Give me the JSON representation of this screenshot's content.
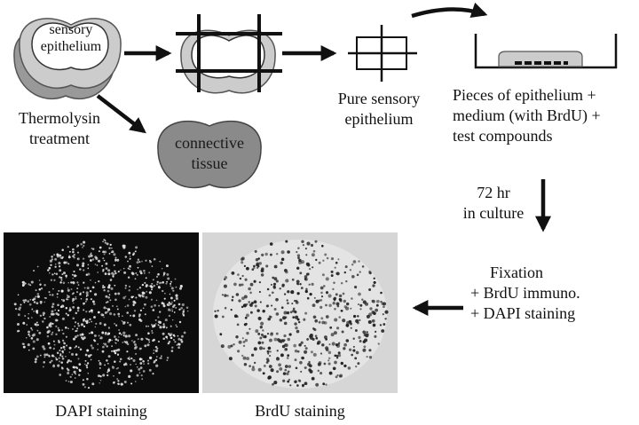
{
  "colors": {
    "background": "#ffffff",
    "stroke": "#111111",
    "tissue_dark": "#999999",
    "tissue_light": "#cccccc",
    "connective": "#8a8a8a",
    "dapi_bg": "#0d0d0d",
    "dapi_dots": "#e6e6e6",
    "brdu_bg": "#d6d6d6",
    "brdu_dots": "#222222"
  },
  "labels": {
    "sensory_epithelium": [
      "sensory",
      "epithelium"
    ],
    "thermolysin_treatment": [
      "Thermolysin",
      "treatment"
    ],
    "connective_tissue": [
      "connective",
      "tissue"
    ],
    "pure_sensory_epithelium": [
      "Pure sensory",
      "epithelium"
    ],
    "pieces_culture": [
      "Pieces of epithelium  +",
      "medium (with BrdU) +",
      "test compounds"
    ],
    "culture_time": [
      "72 hr",
      "in culture"
    ],
    "fixation_steps": [
      "Fixation",
      "+ BrdU immuno.",
      "+ DAPI staining"
    ],
    "dapi_caption": "DAPI staining",
    "brdu_caption": "BrdU staining"
  }
}
